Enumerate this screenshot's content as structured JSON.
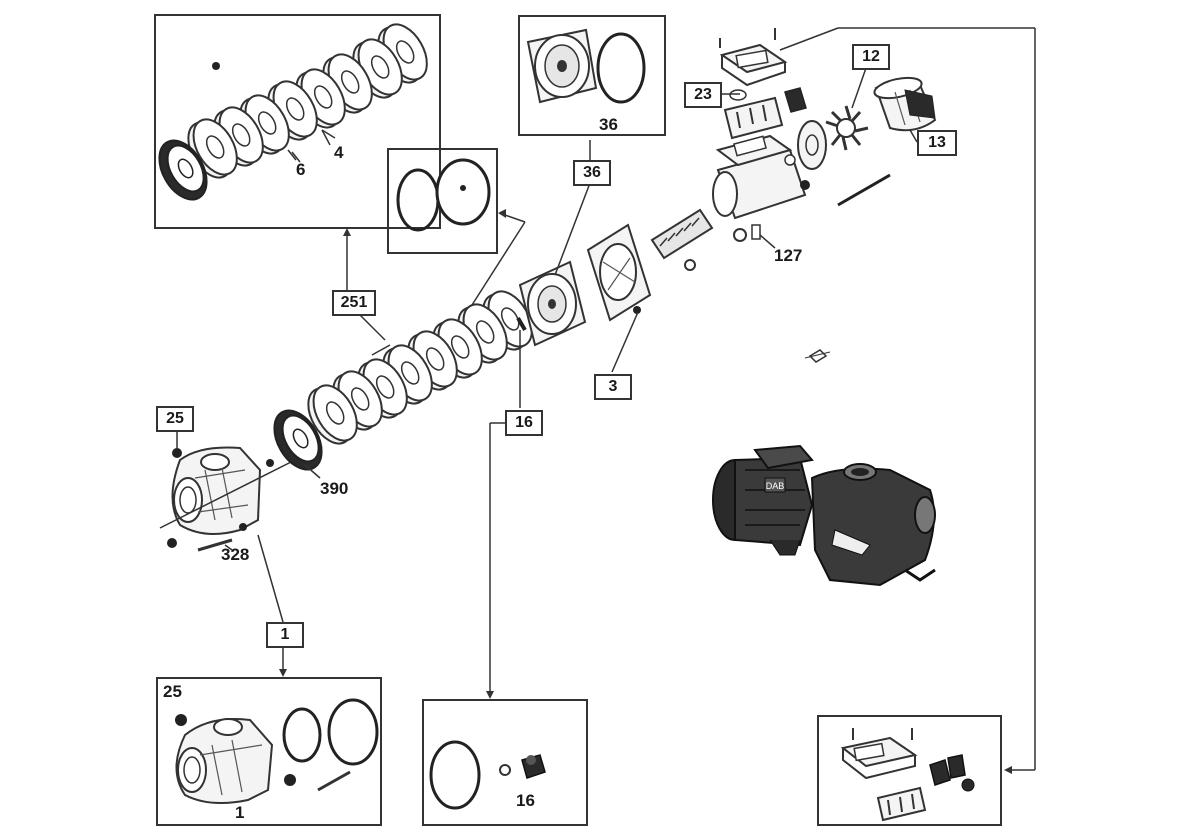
{
  "labels": {
    "l4": "4",
    "l6": "6",
    "l36_top": "36",
    "l36_box": "36",
    "l23": "23",
    "l12": "12",
    "l13": "13",
    "l127": "127",
    "l251": "251",
    "l3": "3",
    "l16_box": "16",
    "l25": "25",
    "l390": "390",
    "l328": "328",
    "l1_box": "1",
    "l25_b": "25",
    "l1_b": "1",
    "l16_b": "16"
  },
  "photo": {
    "brand_text": "DAB"
  },
  "colors": {
    "line": "#333333",
    "part_fill": "#f4f4f4",
    "dark": "#2a2a2a",
    "photo_body": "#3a3a3a"
  }
}
